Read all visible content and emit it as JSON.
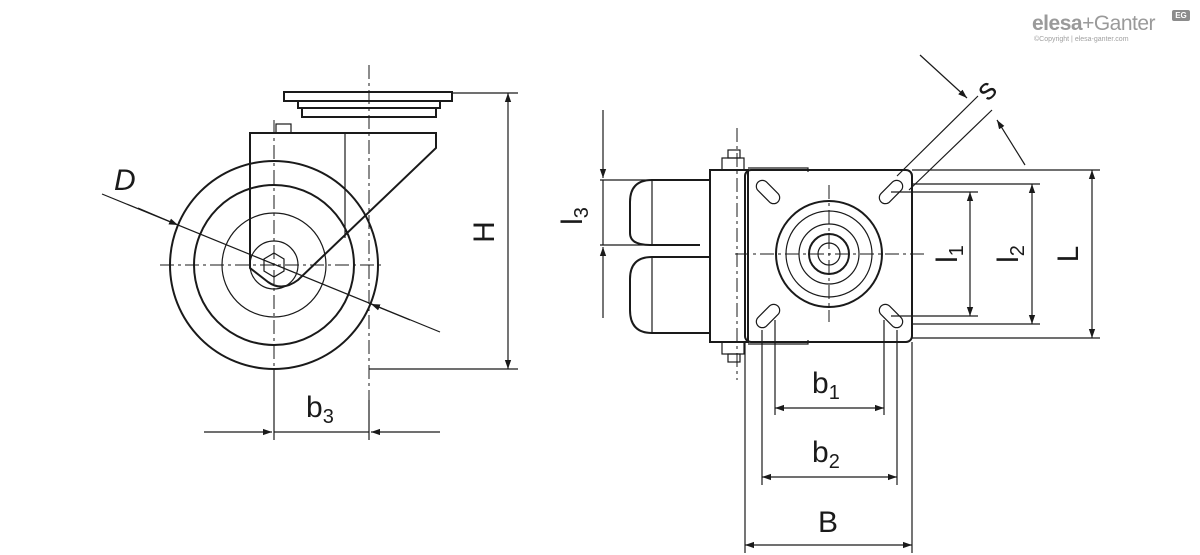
{
  "brand": {
    "name_part1": "elesa",
    "plus": "+",
    "name_part2": "Ganter",
    "badge": "EG",
    "copyright": "©Copyright | elesa-ganter.com"
  },
  "dimensions": {
    "D": "D",
    "H": "H",
    "b3_base": "b",
    "b3_sub": "3",
    "l3_base": "l",
    "l3_sub": "3",
    "s": "s",
    "l1_base": "l",
    "l1_sub": "1",
    "l2_base": "l",
    "l2_sub": "2",
    "L": "L",
    "b1_base": "b",
    "b1_sub": "1",
    "b2_base": "b",
    "b2_sub": "2",
    "B": "B"
  }
}
